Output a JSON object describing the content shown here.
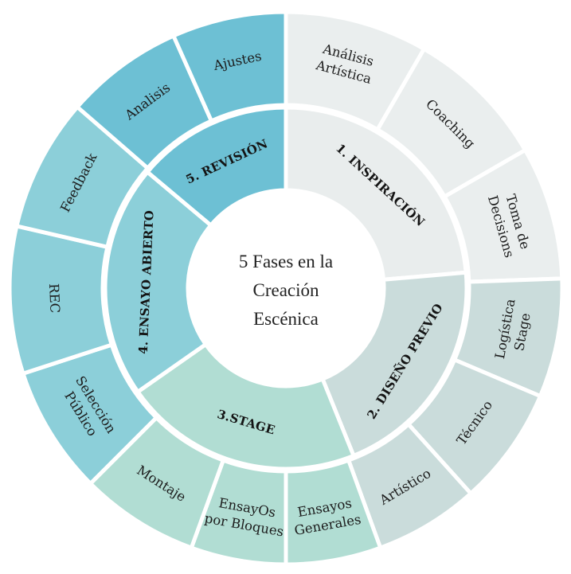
{
  "center": {
    "lines": [
      "5 Fases en la",
      "Creación",
      "Escénica"
    ]
  },
  "phases": [
    {
      "label": "1. INSPIRACIÓN",
      "inner_color": "#e9eded",
      "outer_color": "#eaeeee",
      "subs": [
        {
          "lines": [
            "Análisis",
            "Artística"
          ]
        },
        {
          "lines": [
            "Coaching"
          ]
        },
        {
          "lines": [
            "Toma de",
            "Decisions"
          ]
        }
      ]
    },
    {
      "label": "2. DISEÑO PREVIO",
      "inner_color": "#cadcdb",
      "outer_color": "#cadcdb",
      "subs": [
        {
          "lines": [
            "Logística",
            "Stage"
          ]
        },
        {
          "lines": [
            "Técnico"
          ]
        },
        {
          "lines": [
            "Artístico"
          ]
        }
      ]
    },
    {
      "label": "3.STAGE",
      "inner_color": "#b1ddd3",
      "outer_color": "#b1ddd3",
      "subs": [
        {
          "lines": [
            "Ensayos",
            "Generales"
          ]
        },
        {
          "lines": [
            "EnsayOs",
            "por Bloques"
          ]
        },
        {
          "lines": [
            "Montaje"
          ]
        }
      ]
    },
    {
      "label": "4. ENSAYO ABIERTO",
      "inner_color": "#8ccfd9",
      "outer_color": "#8ccfd9",
      "subs": [
        {
          "lines": [
            "Selección",
            "Público"
          ]
        },
        {
          "lines": [
            "REC"
          ]
        },
        {
          "lines": [
            "Feedback"
          ]
        }
      ]
    },
    {
      "label": "5. REVISIÓN",
      "inner_color": "#6dc0d4",
      "outer_color": "#6dc0d4",
      "subs": [
        {
          "lines": [
            "Analisis"
          ]
        },
        {
          "lines": [
            "Ajustes"
          ]
        }
      ]
    }
  ]
}
